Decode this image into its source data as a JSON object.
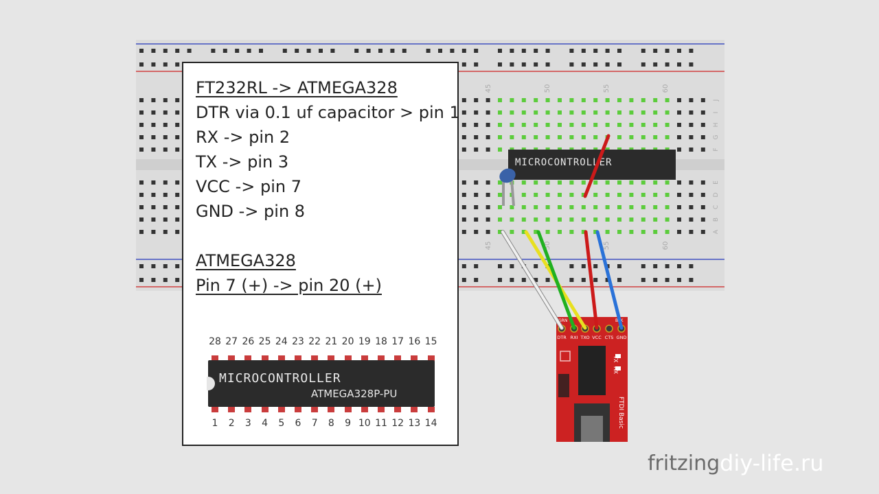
{
  "notes": {
    "lines": [
      {
        "text": "FT232RL -> ATMEGA328",
        "head": true
      },
      {
        "text": "DTR via 0.1 uf capacitor > pin 1",
        "head": false
      },
      {
        "text": "RX -> pin 2",
        "head": false
      },
      {
        "text": "TX -> pin 3",
        "head": false
      },
      {
        "text": "VCC -> pin 7",
        "head": false
      },
      {
        "text": "GND -> pin 8",
        "head": false
      },
      {
        "text": "ATMEGA328",
        "head": true
      },
      {
        "text": "Pin 7 (+) -> pin 20 (+)",
        "head": true
      }
    ]
  },
  "chip_diagram": {
    "name": "MICROCONTROLLER",
    "model": "ATMEGA328P-PU",
    "top_pins": [
      "28",
      "27",
      "26",
      "25",
      "24",
      "23",
      "22",
      "21",
      "20",
      "19",
      "18",
      "17",
      "16",
      "15"
    ],
    "bottom_pins": [
      "1",
      "2",
      "3",
      "4",
      "5",
      "6",
      "7",
      "8",
      "9",
      "10",
      "11",
      "12",
      "13",
      "14"
    ]
  },
  "breadboard": {
    "column_labels_top": [
      "45",
      "50",
      "55",
      "60"
    ],
    "column_labels_bottom": [
      "45",
      "50",
      "55",
      "60"
    ],
    "row_labels_top": [
      "J",
      "I",
      "H",
      "G",
      "F"
    ],
    "row_labels_bottom": [
      "E",
      "D",
      "C",
      "B",
      "A"
    ],
    "chip_label": "MICROCONTROLLER"
  },
  "ftdi": {
    "pin_labels": [
      "DTR",
      "RXI",
      "TXO",
      "VCC",
      "CTS",
      "GND"
    ],
    "side_label": "FTDI Basic",
    "led_labels": [
      "TX",
      "RX"
    ],
    "top_labels": [
      "GRN",
      "BLK"
    ]
  },
  "watermarks": {
    "left": "fritzing",
    "right": "diy-life.ru"
  },
  "colors": {
    "breadboard": "#dcdcdc",
    "rail_red": "#d04040",
    "rail_blue": "#4050c0",
    "active_hole": "#5ccc3c",
    "ftdi_board": "#cc2222",
    "wire_white": "#f0f0f0",
    "wire_yellow": "#e8e020",
    "wire_green": "#20b020",
    "wire_red": "#cc1a1a",
    "wire_blue": "#2a72d8"
  }
}
